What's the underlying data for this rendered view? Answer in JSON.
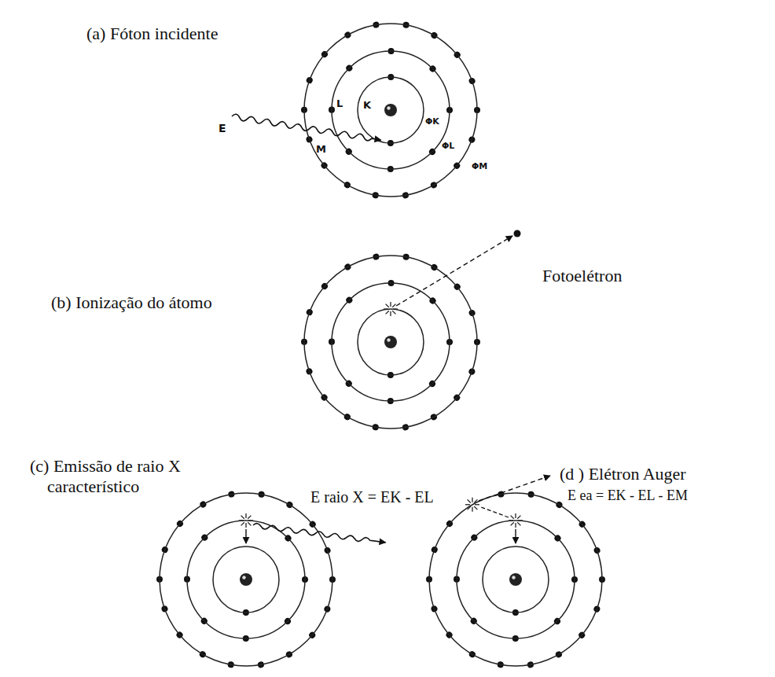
{
  "diagram": {
    "labels": [
      "(a) Fóton incidente",
      "E",
      "K",
      "L",
      "M",
      "ΦK",
      "ΦL",
      "ΦM",
      "(b) Ionização do átomo",
      "Fotoelétron",
      "(c) Emissão de raio X característico",
      "E raio X = EK - EL",
      "(d ) Elétron Auger",
      "E ea = EK - EL - EM"
    ]
  }
}
